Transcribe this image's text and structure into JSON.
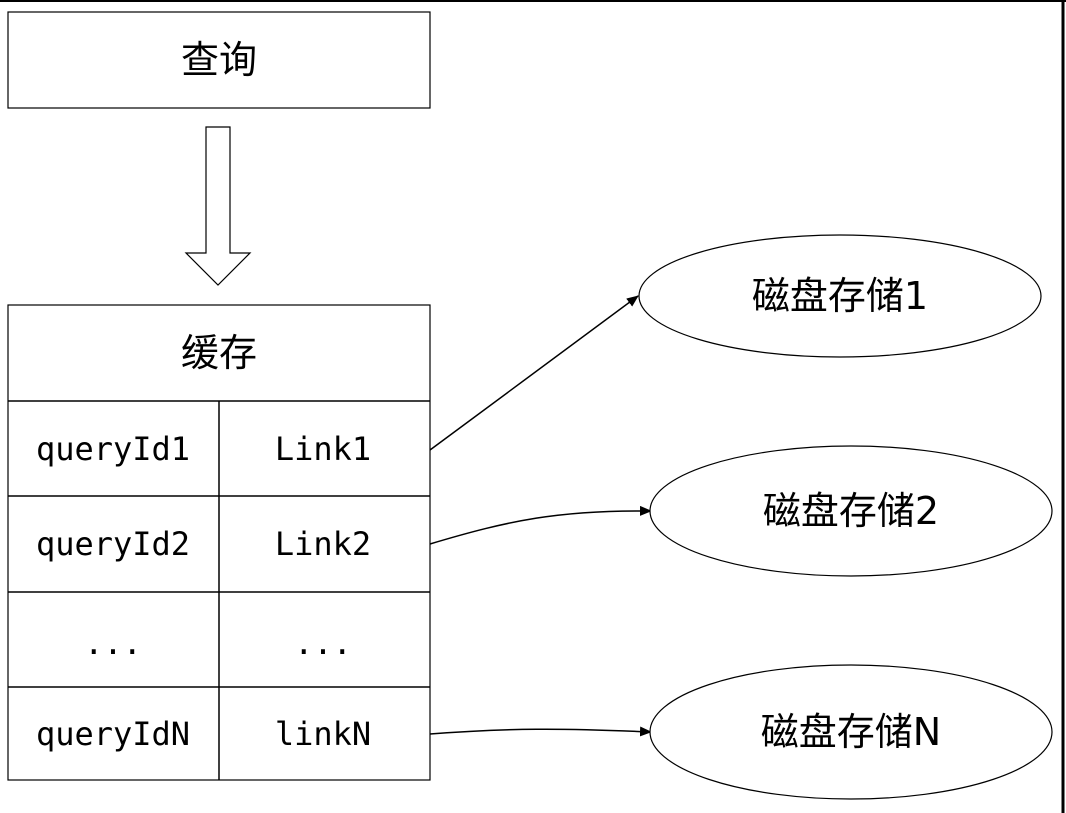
{
  "query_box": {
    "label": "查询"
  },
  "cache_table": {
    "title": "缓存",
    "rows": [
      {
        "id": "queryId1",
        "link": "Link1"
      },
      {
        "id": "queryId2",
        "link": "Link2"
      },
      {
        "id": "...",
        "link": "..."
      },
      {
        "id": "queryIdN",
        "link": "linkN"
      }
    ]
  },
  "storage_nodes": [
    {
      "label": "磁盘存储1"
    },
    {
      "label": "磁盘存储2"
    },
    {
      "label": "磁盘存储N"
    }
  ]
}
